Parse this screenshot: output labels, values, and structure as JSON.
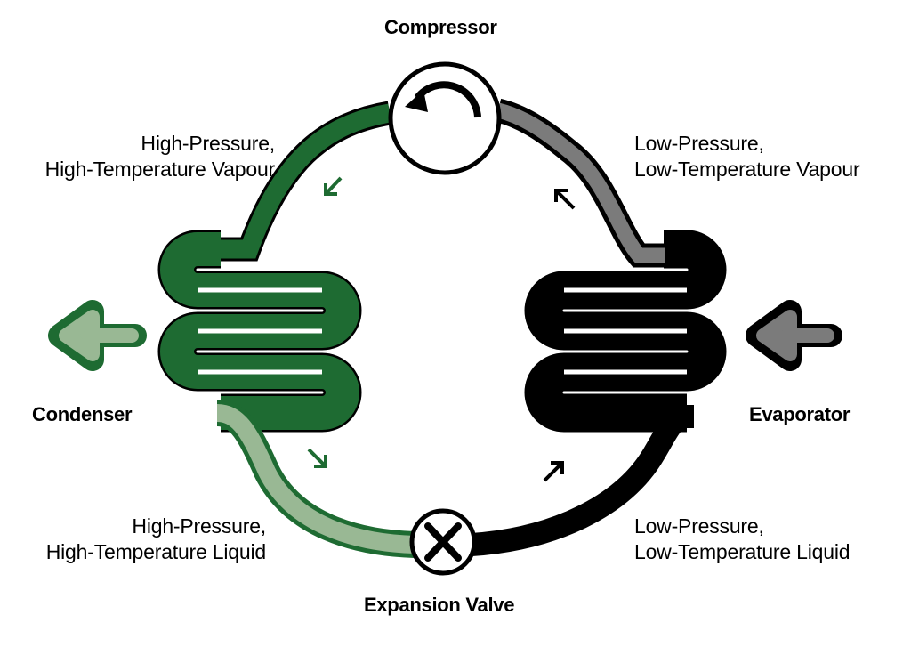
{
  "labels": {
    "compressor": "Compressor",
    "condenser": "Condenser",
    "evaporator": "Evaporator",
    "expansion_valve": "Expansion Valve",
    "hp_ht_vapour": [
      "High-Pressure,",
      "High-Temperature Vapour"
    ],
    "lp_lt_vapour": [
      "Low-Pressure,",
      "Low-Temperature Vapour"
    ],
    "hp_ht_liquid": [
      "High-Pressure,",
      "High-Temperature Liquid"
    ],
    "lp_lt_liquid": [
      "Low-Pressure,",
      "Low-Temperature Liquid"
    ]
  },
  "colors": {
    "dark_green": "#1e6b32",
    "light_green": "#99b894",
    "grey": "#7b7b7b",
    "black": "#000000",
    "white": "#ffffff"
  },
  "icons": {
    "compressor": "rotation-arrow-icon",
    "expansion_valve": "x-cross-icon",
    "heat_out": "left-arrow-icon",
    "heat_in": "left-arrow-icon"
  }
}
